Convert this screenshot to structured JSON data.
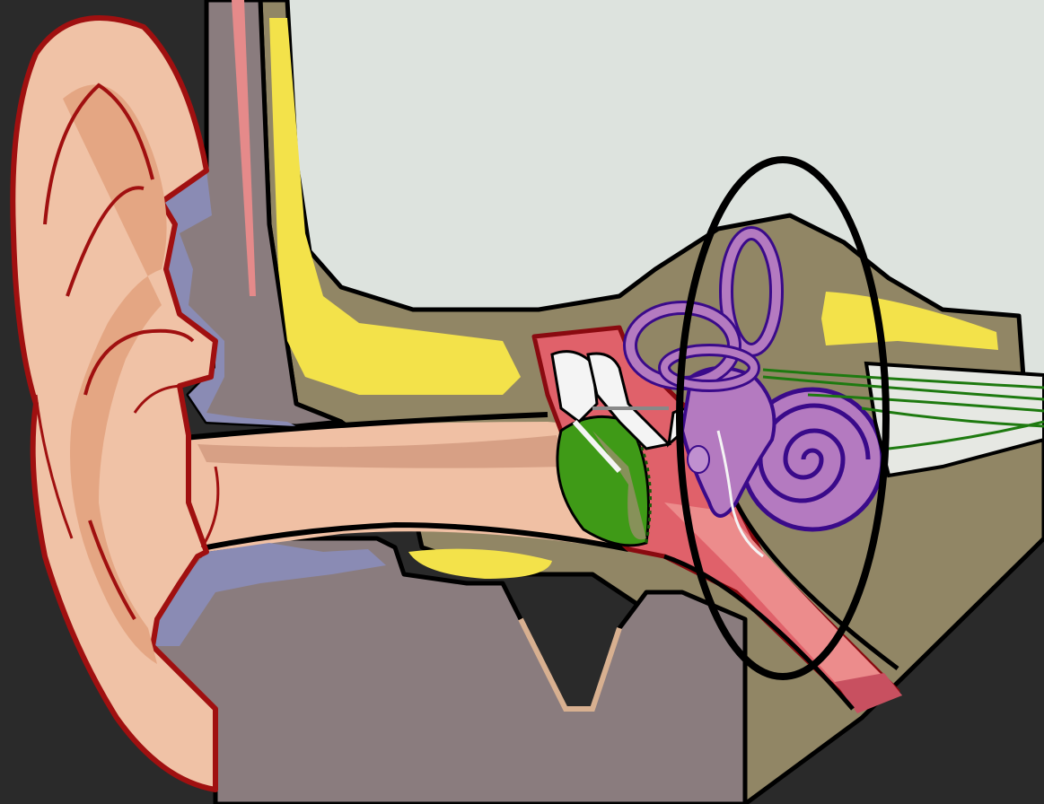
{
  "diagram": {
    "subject": "",
    "colors": {
      "background": "#2a2a2a",
      "sky_area": "#dde3de",
      "skull_bone": "#918665",
      "skin_pinna": "#f0c2a6",
      "pinna_inner": "#e4a683",
      "pinna_outline": "#a01010",
      "cartilage_gray": "#8a7c7e",
      "cartilage_blue": "#8a8bb4",
      "fat_yellow": "#f3e24a",
      "canal_skin": "#f0c0a4",
      "canal_stripe": "#d7a085",
      "middle_ear_red": "#e0616a",
      "eardrum_green": "#3f9a17",
      "ossicle_white": "#f4f4f4",
      "cochlea_purple": "#b47ac0",
      "cochlea_outline": "#3a0a8a",
      "nerve_green": "#1e7a10",
      "highlight_ellipse": "#000000"
    },
    "parts": [
      {
        "name": "pinna",
        "icon": "ear-outer"
      },
      {
        "name": "ear-canal",
        "icon": "tube"
      },
      {
        "name": "eardrum",
        "icon": "membrane"
      },
      {
        "name": "ossicles",
        "icon": "bones"
      },
      {
        "name": "semicircular-canals",
        "icon": "loops"
      },
      {
        "name": "cochlea",
        "icon": "spiral"
      },
      {
        "name": "auditory-nerve",
        "icon": "nerve"
      },
      {
        "name": "eustachian-tube",
        "icon": "tube"
      },
      {
        "name": "temporal-bone",
        "icon": "bone"
      }
    ],
    "highlight": {
      "shape": "ellipse",
      "target": "inner-ear"
    }
  }
}
